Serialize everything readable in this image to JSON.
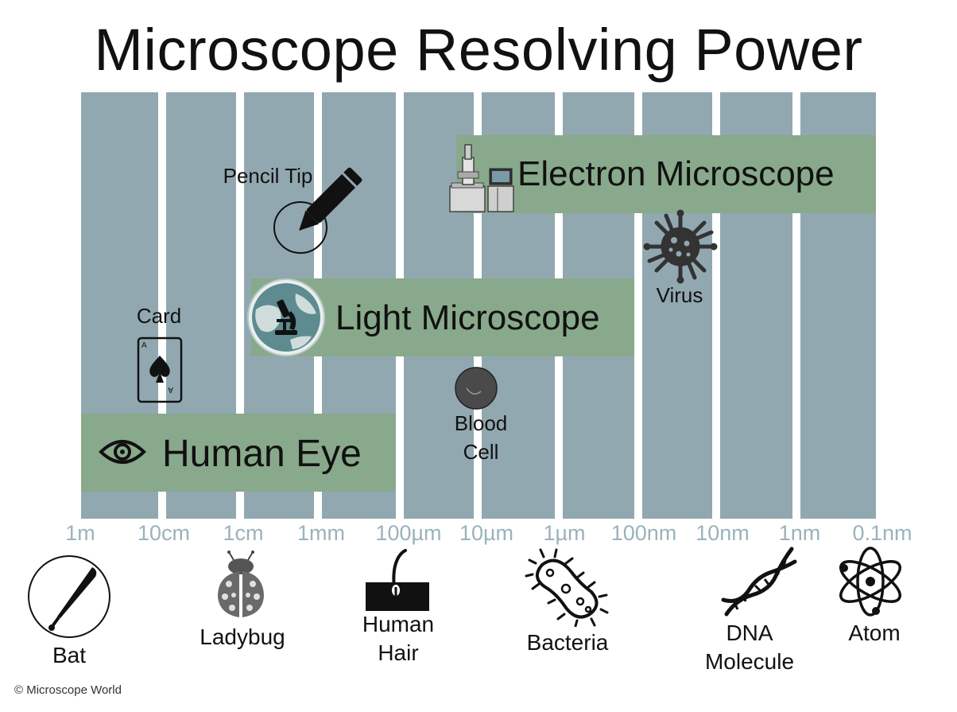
{
  "title": "Microscope Resolving Power",
  "scale_labels": [
    "1m",
    "10cm",
    "1cm",
    "1mm",
    "100µm",
    "10µm",
    "1µm",
    "100nm",
    "10nm",
    "1nm",
    "0.1nm"
  ],
  "bands": {
    "electron": {
      "label": "Electron Microscope",
      "icon": "electron-microscope-icon"
    },
    "light": {
      "label": "Light Microscope",
      "icon": "light-microscope-logo-icon"
    },
    "eye": {
      "label": "Human Eye",
      "icon": "eye-icon"
    }
  },
  "inner_objects": {
    "pencil": {
      "label": "Pencil Tip",
      "icon": "pencil-icon"
    },
    "card": {
      "label": "Card",
      "icon": "playing-card-icon",
      "corner": "A"
    },
    "virus": {
      "label": "Virus",
      "icon": "virus-icon"
    },
    "blood_cell": {
      "line1": "Blood",
      "line2": "Cell",
      "icon": "blood-cell-icon"
    }
  },
  "bottom_objects": {
    "bat": {
      "label": "Bat",
      "icon": "baseball-bat-icon"
    },
    "ladybug": {
      "label": "Ladybug",
      "icon": "ladybug-icon"
    },
    "hair": {
      "line1": "Human",
      "line2": "Hair",
      "icon": "hair-icon"
    },
    "bacteria": {
      "label": "Bacteria",
      "icon": "bacteria-icon"
    },
    "dna": {
      "line1": "DNA",
      "line2": "Molecule",
      "icon": "dna-icon"
    },
    "atom": {
      "label": "Atom",
      "icon": "atom-icon"
    }
  },
  "copyright": "© Microscope World",
  "colors": {
    "column": "#92a8b0",
    "band": "#88a98b",
    "scale_text": "#9ab3bb"
  }
}
